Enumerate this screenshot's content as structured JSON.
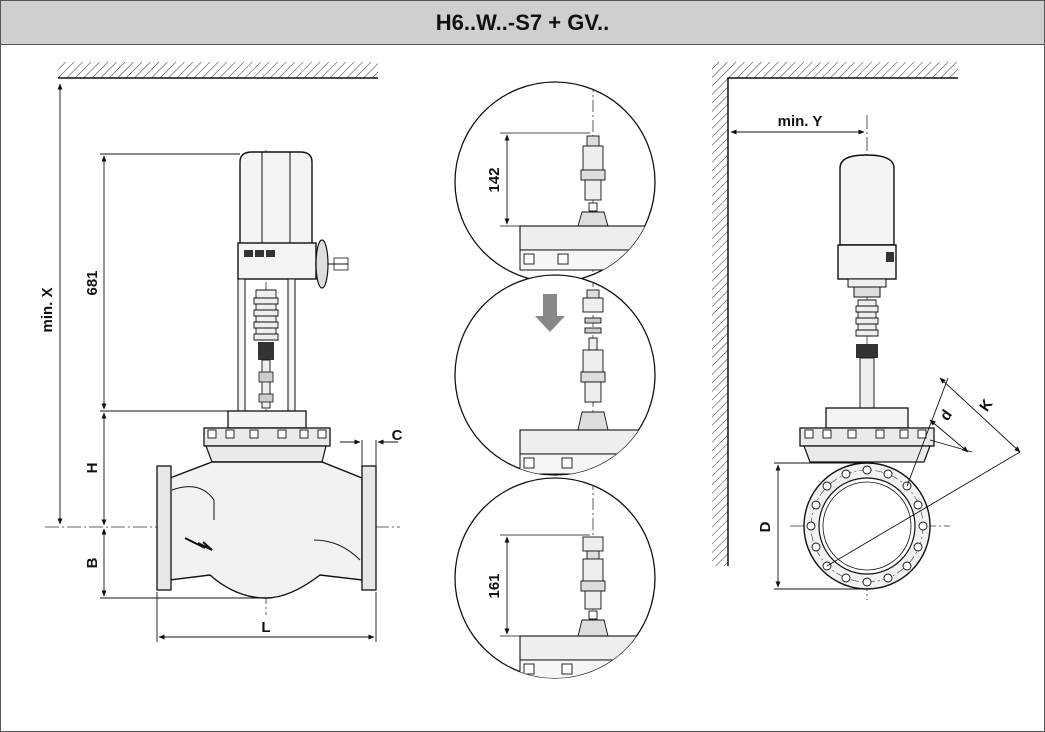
{
  "title": "H6..W..-S7 + GV..",
  "labels": {
    "min_x": "min. X",
    "dim_681": "681",
    "h": "H",
    "b": "B",
    "c": "C",
    "l": "L",
    "dim_142": "142",
    "dim_161": "161",
    "min_y": "min. Y",
    "d_large": "D",
    "d_small": "d",
    "k": "K"
  }
}
